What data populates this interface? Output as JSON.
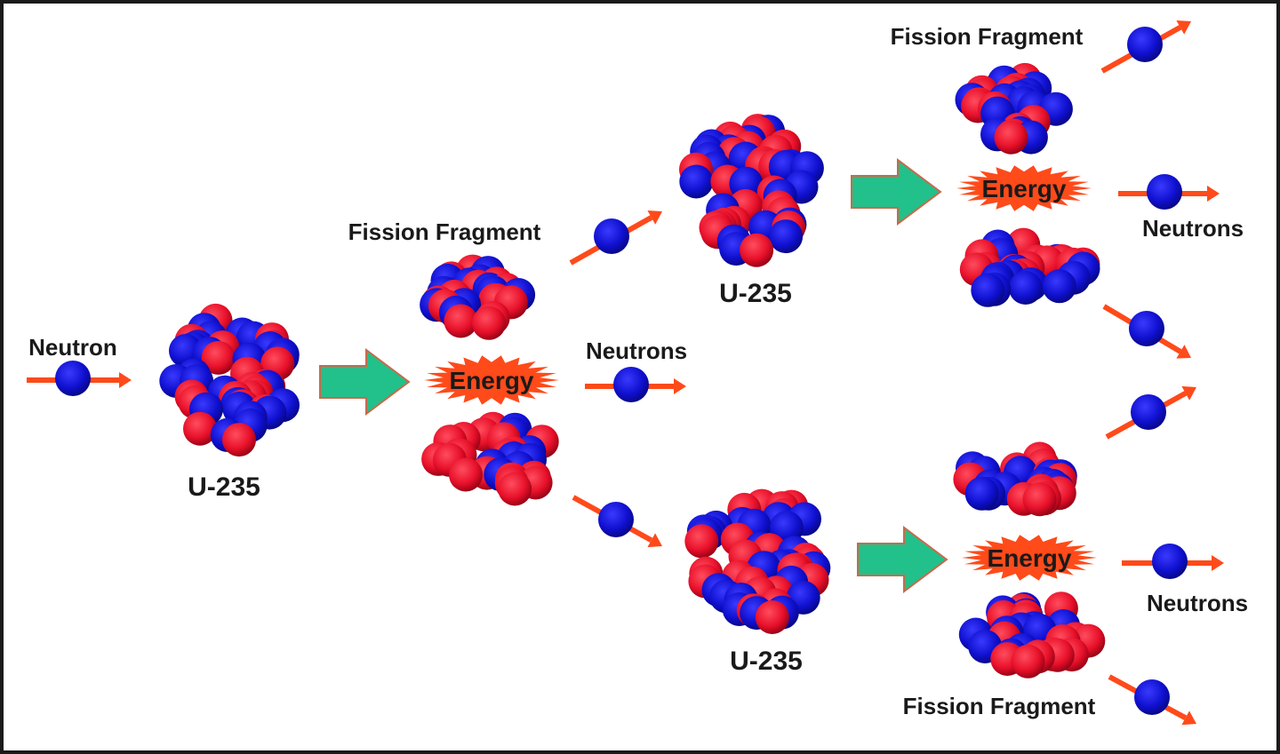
{
  "labels": {
    "neutron": "Neutron",
    "u235": "U-235",
    "fission_fragment": "Fission Fragment",
    "neutrons": "Neutrons",
    "energy": "Energy"
  },
  "colors": {
    "proton": "#e8102a",
    "neutron": "#1010d0",
    "arrow": "#ff4a1a",
    "process_arrow": "#22c08a",
    "energy_burst": "#ff4a1a",
    "border": "#1a1a1a"
  }
}
